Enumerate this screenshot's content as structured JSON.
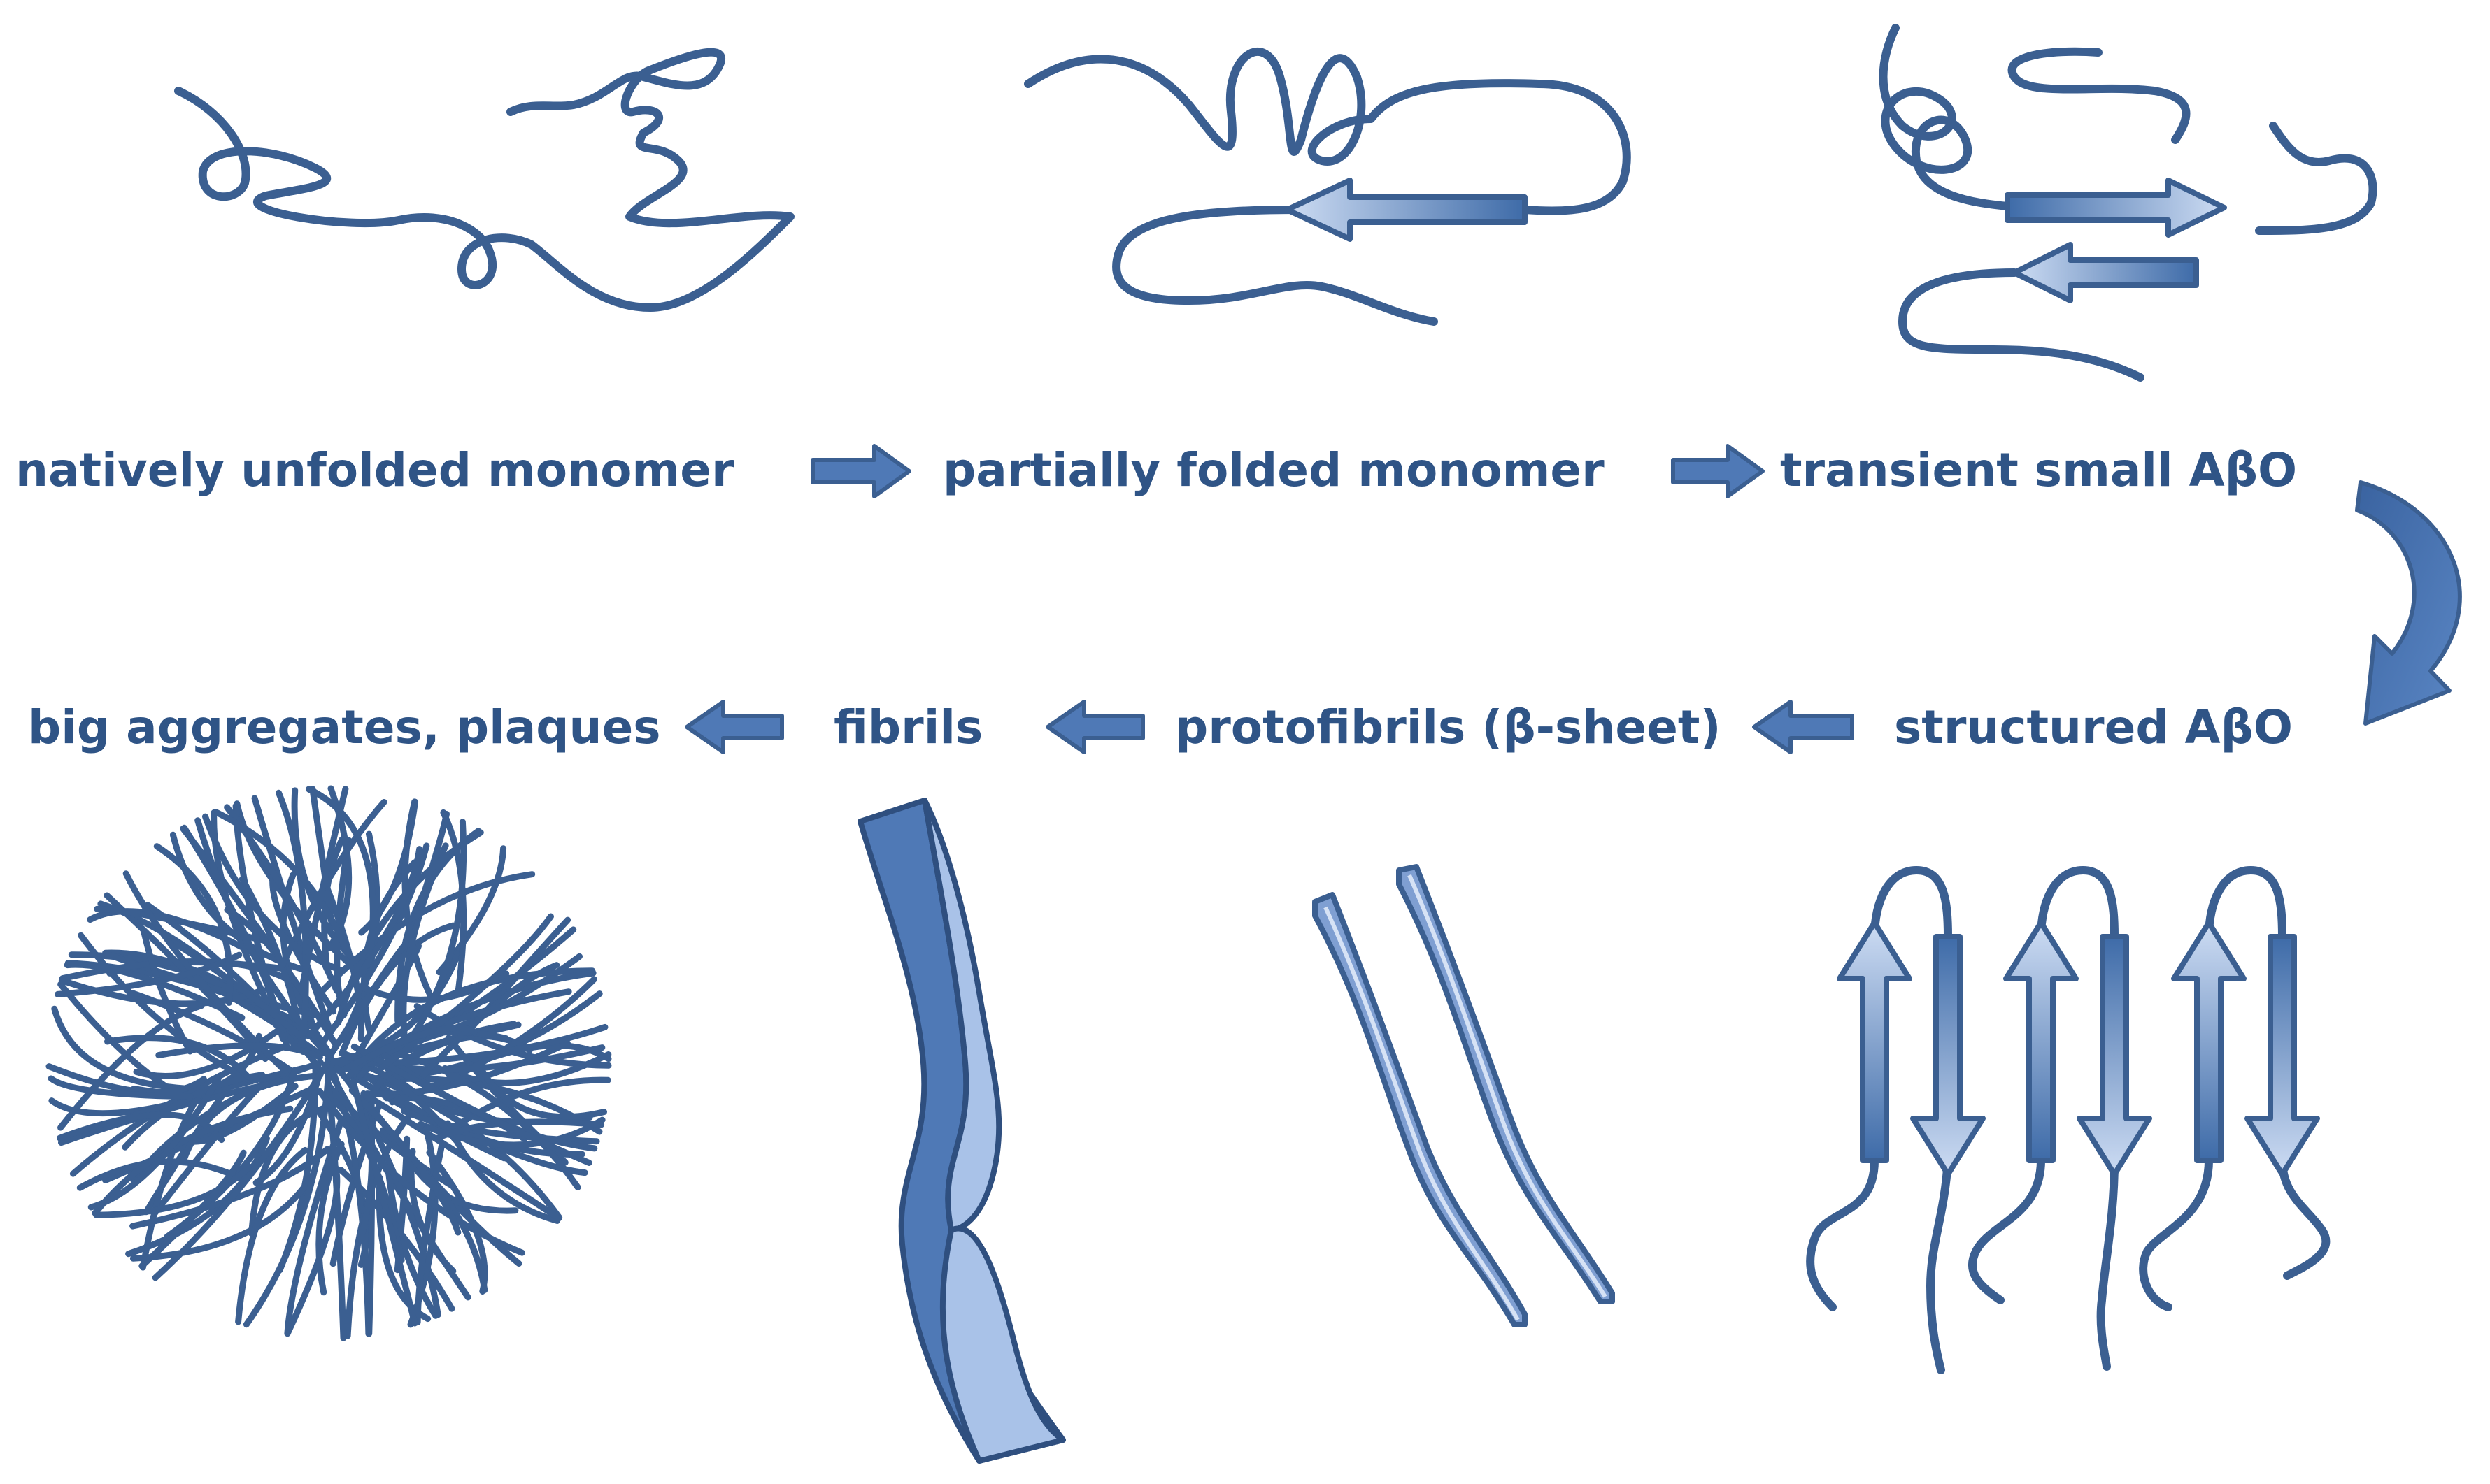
{
  "stages": {
    "natively_unfolded_monomer": "natively unfolded monomer",
    "partially_folded_monomer": "partially folded monomer",
    "transient_small_abo": "transient small AβO",
    "structured_abo": "structured AβO",
    "protofibrils": "protofibrils (β-sheet)",
    "fibrils": "fibrils",
    "big_aggregates": "big aggregates, plaques"
  },
  "colors": {
    "text": "#2f5486",
    "stroke": "#3b5f91",
    "fill_dark": "#4f79b6",
    "fill_light": "#a9c2e8",
    "background": "#ffffff"
  },
  "icons": [
    "random-coil-icon",
    "beta-strand-arrow-icon",
    "ribbon-icon",
    "fibril-icon",
    "aggregate-tangle-icon",
    "flow-arrow-icon"
  ]
}
